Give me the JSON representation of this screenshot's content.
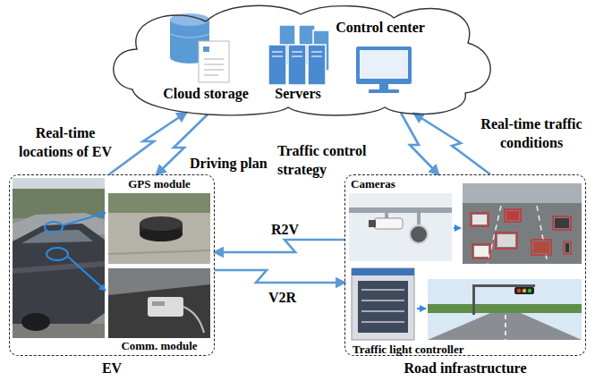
{
  "diagram": {
    "nodes": [
      {
        "text": [
          "Cloud storage",
          "Servers",
          "Control center"
        ]
      },
      {
        "text": [
          "EV"
        ]
      },
      {
        "text": [
          "Road infrastructure"
        ]
      }
    ],
    "edges": [
      {
        "from": 1,
        "to": 0,
        "arrow": "to",
        "label": "Real-time locations of EV"
      },
      {
        "from": 0,
        "to": 1,
        "arrow": "to",
        "label": "Driving plan"
      },
      {
        "from": 0,
        "to": 2,
        "arrow": "to",
        "label": "Traffic control strategy"
      },
      {
        "from": 2,
        "to": 0,
        "arrow": "to",
        "label": "Real-time traffic conditions"
      },
      {
        "from": 2,
        "to": 1,
        "arrow": "to",
        "label": "R2V"
      },
      {
        "from": 1,
        "to": 2,
        "arrow": "to",
        "label": "V2R"
      }
    ],
    "labels": [
      "GPS module",
      "Comm. module",
      "Cameras",
      "Traffic light controller"
    ]
  }
}
